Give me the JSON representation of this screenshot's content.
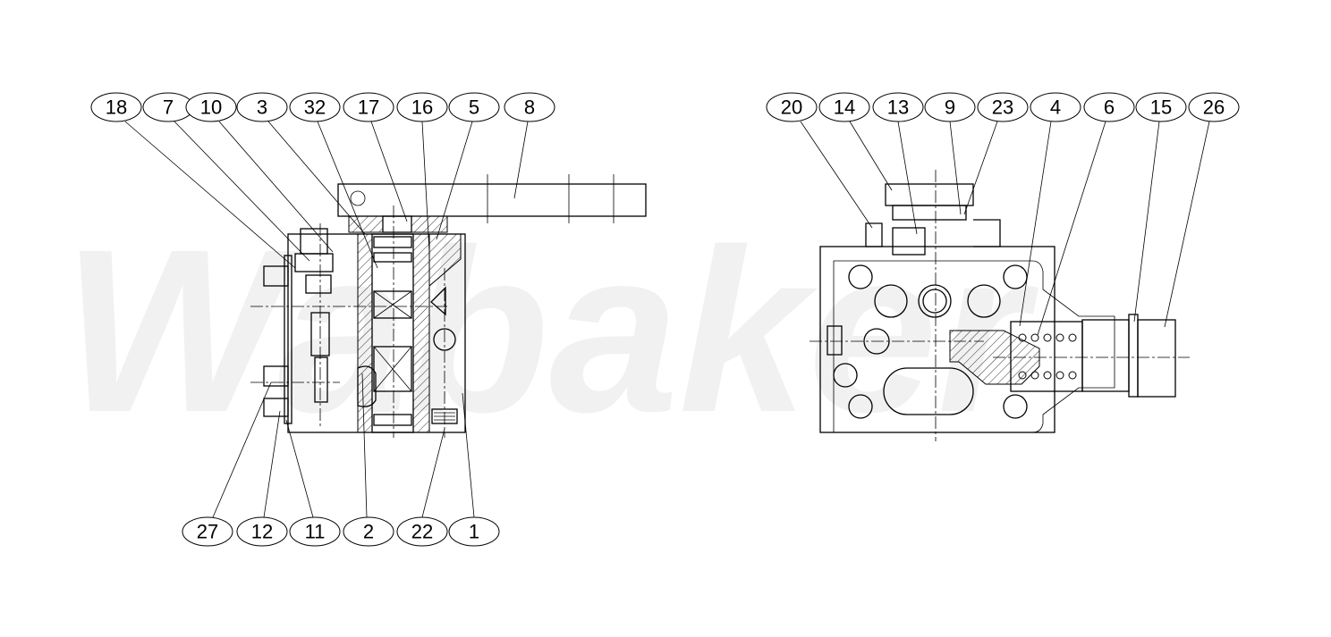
{
  "watermark": "Wabaker",
  "left_view": {
    "top_balloons": [
      "18",
      "7",
      "10",
      "3",
      "32",
      "17",
      "16",
      "5",
      "8"
    ],
    "bottom_balloons": [
      "27",
      "12",
      "11",
      "2",
      "22",
      "1"
    ]
  },
  "right_view": {
    "top_balloons": [
      "20",
      "14",
      "13",
      "9",
      "23",
      "4",
      "6",
      "15",
      "26"
    ]
  }
}
